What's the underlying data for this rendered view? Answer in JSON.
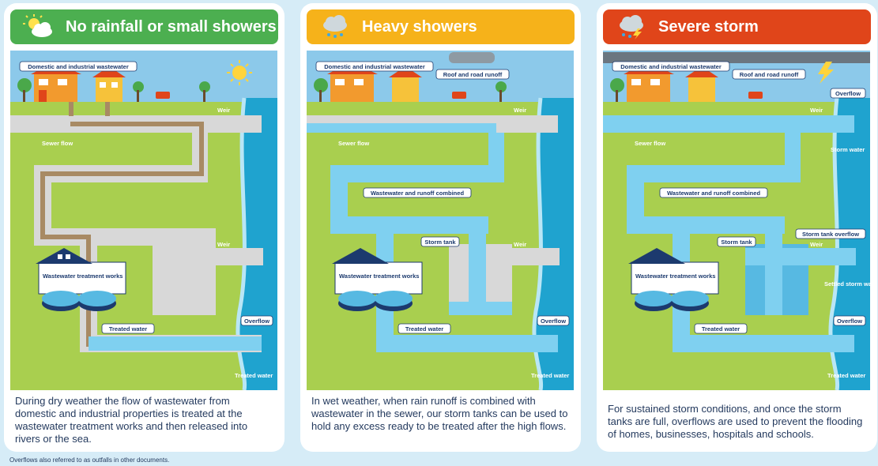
{
  "panels": [
    {
      "title": "No rainfall or small showers",
      "banner_color": "#4caf50",
      "labels": {
        "domestic": "Domestic and industrial wastewater",
        "weir": "Weir",
        "sewer_flow": "Sewer flow",
        "wwtw": "Wastewater treatment works",
        "treated": "Treated water",
        "overflow": "Overflow",
        "weir2": "Weir",
        "treated_water_out": "Treated water"
      },
      "description": "During dry weather the flow of wastewater from domestic and industrial properties is treated at the wastewater treatment works and then released into rivers or the sea."
    },
    {
      "title": "Heavy showers",
      "banner_color": "#f6b21a",
      "labels": {
        "domestic": "Domestic and industrial wastewater",
        "roof": "Roof and road runoff",
        "weir": "Weir",
        "sewer_flow": "Sewer flow",
        "combined": "Wastewater and runoff combined",
        "storm_tank": "Storm tank",
        "weir2": "Weir",
        "wwtw": "Wastewater treatment works",
        "treated": "Treated water",
        "overflow": "Overflow",
        "treated_water_out": "Treated water"
      },
      "description": "In wet weather, when rain runoff is combined with wastewater in the sewer, our storm tanks can be used to hold any excess ready to be treated after the high flows."
    },
    {
      "title": "Severe storm",
      "banner_color": "#e0451a",
      "labels": {
        "domestic": "Domestic and industrial wastewater",
        "roof": "Roof and road runoff",
        "overflow_top": "Overflow",
        "weir": "Weir",
        "storm_water": "Storm water",
        "sewer_flow": "Sewer flow",
        "combined": "Wastewater and runoff combined",
        "storm_tank": "Storm tank",
        "storm_tank_overflow": "Storm tank overflow",
        "weir2": "Weir",
        "settled": "Settled storm water",
        "wwtw": "Wastewater treatment works",
        "treated": "Treated water",
        "overflow": "Overflow",
        "treated_water_out": "Treated water"
      },
      "description": "For sustained storm conditions, and once the storm tanks are full, overflows are used to prevent the flooding of homes, businesses, hospitals and schools."
    }
  ],
  "colors": {
    "sky": "#8cc9ea",
    "grass": "#a9cf4f",
    "sea": "#1fa3cf",
    "pipe": "#d8d8d8",
    "wastewater": "#a88a64",
    "water": "#7fd0f0",
    "navy": "#1c3a6e"
  },
  "icons": [
    "sun-cloud-icon",
    "rain-cloud-icon",
    "storm-cloud-icon",
    "sun-icon",
    "lightning-icon"
  ],
  "footnote": "Overflows also referred to as outfalls in other documents."
}
